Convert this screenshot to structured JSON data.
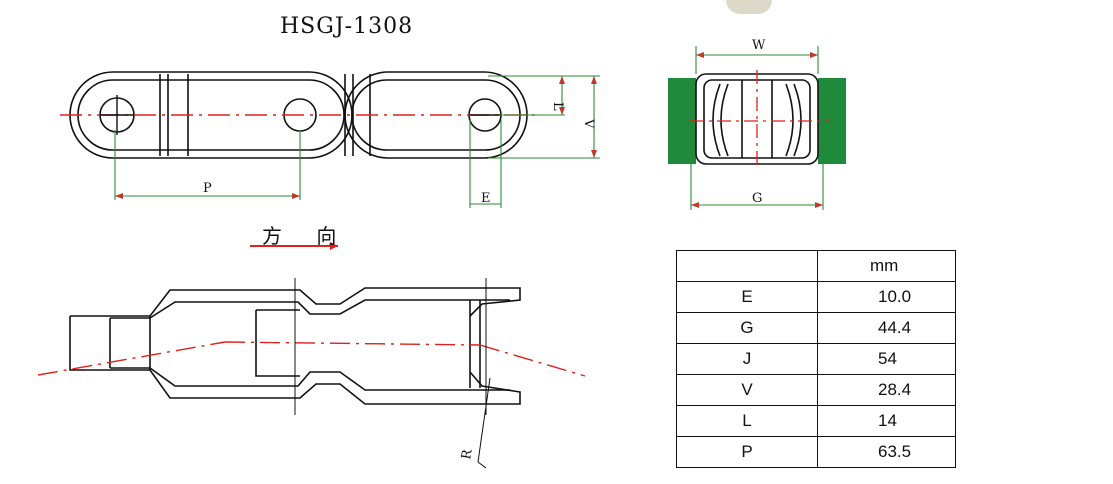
{
  "title": "HSGJ-1308",
  "direction_label": "方 向",
  "dims": {
    "W": "W",
    "G": "G",
    "L": "L",
    "V": "V",
    "P": "P",
    "E": "E",
    "R": "R"
  },
  "spec_table": {
    "header_unit": "mm",
    "rows": [
      {
        "name": "E",
        "value": "10.0"
      },
      {
        "name": "G",
        "value": "44.4"
      },
      {
        "name": "J",
        "value": "54"
      },
      {
        "name": "V",
        "value": "28.4"
      },
      {
        "name": "L",
        "value": "14"
      },
      {
        "name": "P",
        "value": "63.5"
      }
    ]
  },
  "colors": {
    "line": "#111111",
    "dim_green": "#2e8b3a",
    "center_red": "#e0201a",
    "pad_green": "#1f8a3c"
  }
}
